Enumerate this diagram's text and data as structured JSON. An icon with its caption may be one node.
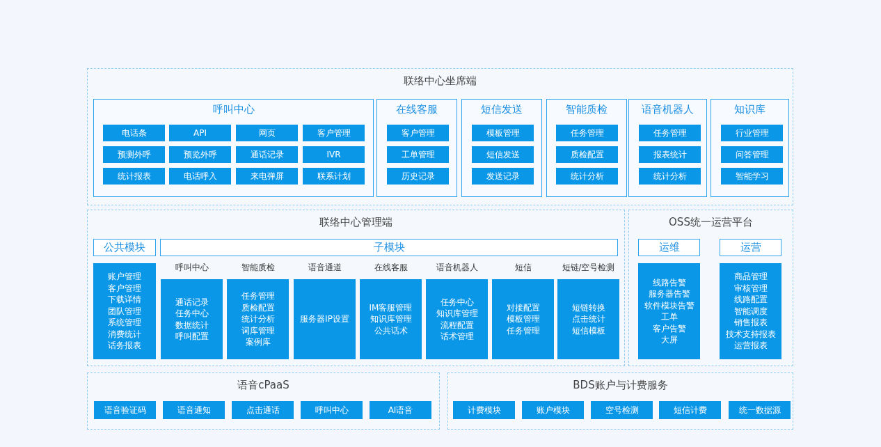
{
  "diagram": {
    "nodes": [
      {
        "text": [
          "联络中心坐席端"
        ]
      },
      {
        "text": [
          "呼叫中心"
        ],
        "in": 0
      },
      {
        "text": [
          "电话条"
        ],
        "in": 1
      },
      {
        "text": [
          "API"
        ],
        "in": 1
      },
      {
        "text": [
          "网页"
        ],
        "in": 1
      },
      {
        "text": [
          "客户管理"
        ],
        "in": 1
      },
      {
        "text": [
          "预测外呼"
        ],
        "in": 1
      },
      {
        "text": [
          "预览外呼"
        ],
        "in": 1
      },
      {
        "text": [
          "通话记录"
        ],
        "in": 1
      },
      {
        "text": [
          "IVR"
        ],
        "in": 1
      },
      {
        "text": [
          "统计报表"
        ],
        "in": 1
      },
      {
        "text": [
          "电话呼入"
        ],
        "in": 1
      },
      {
        "text": [
          "来电弹屏"
        ],
        "in": 1
      },
      {
        "text": [
          "联系计划"
        ],
        "in": 1
      },
      {
        "text": [
          "在线客服"
        ],
        "in": 0
      },
      {
        "text": [
          "客户管理"
        ],
        "in": 14
      },
      {
        "text": [
          "工单管理"
        ],
        "in": 14
      },
      {
        "text": [
          "历史记录"
        ],
        "in": 14
      },
      {
        "text": [
          "短信发送"
        ],
        "in": 0
      },
      {
        "text": [
          "模板管理"
        ],
        "in": 18
      },
      {
        "text": [
          "短信发送"
        ],
        "in": 18
      },
      {
        "text": [
          "发送记录"
        ],
        "in": 18
      },
      {
        "text": [
          "智能质检"
        ],
        "in": 0
      },
      {
        "text": [
          "任务管理"
        ],
        "in": 22
      },
      {
        "text": [
          "质检配置"
        ],
        "in": 22
      },
      {
        "text": [
          "统计分析"
        ],
        "in": 22
      },
      {
        "text": [
          "语音机器人"
        ],
        "in": 0
      },
      {
        "text": [
          "任务管理"
        ],
        "in": 26
      },
      {
        "text": [
          "报表统计"
        ],
        "in": 26
      },
      {
        "text": [
          "统计分析"
        ],
        "in": 26
      },
      {
        "text": [
          "知识库"
        ],
        "in": 0
      },
      {
        "text": [
          "行业管理"
        ],
        "in": 30
      },
      {
        "text": [
          "问答管理"
        ],
        "in": 30
      },
      {
        "text": [
          "智能学习"
        ],
        "in": 30
      },
      {
        "text": [
          "联络中心管理端"
        ]
      },
      {
        "text": [
          "公共模块"
        ],
        "in": 34
      },
      {
        "text": [
          "子模块"
        ],
        "in": 34
      },
      {
        "text": [
          "账户管理",
          "客户管理",
          "下载详情",
          "团队管理",
          "系统管理",
          "消费统计",
          "话务报表"
        ],
        "in": 34
      },
      {
        "text": [
          "呼叫中心",
          "通话记录",
          "任务中心",
          "数据统计",
          "呼叫配置"
        ],
        "in": 34
      },
      {
        "text": [
          "智能质检",
          "任务管理",
          "质检配置",
          "统计分析",
          "词库管理",
          "案例库"
        ],
        "in": 34
      },
      {
        "text": [
          "语音通道",
          "服务器IP设置"
        ],
        "in": 34
      },
      {
        "text": [
          "在线客服",
          "IM客服管理",
          "知识库管理",
          "公共话术"
        ],
        "in": 34
      },
      {
        "text": [
          "语音机器人",
          "任务中心",
          "知识库管理",
          "流程配置",
          "话术管理"
        ],
        "in": 34
      },
      {
        "text": [
          "短信",
          "对接配置",
          "模板管理",
          "任务管理"
        ],
        "in": 34
      },
      {
        "text": [
          "短链/空号检测",
          "短链转换",
          "点击统计",
          "短信模板"
        ],
        "in": 34
      },
      {
        "text": [
          "OSS统一运营平台"
        ]
      },
      {
        "text": [
          "运维"
        ],
        "in": 45
      },
      {
        "text": [
          "运营"
        ],
        "in": 45
      },
      {
        "text": [
          "线路告警",
          "服务器告警",
          "软件模块告警",
          "工单",
          "客户告警",
          "大屏"
        ],
        "in": 45
      },
      {
        "text": [
          "商品管理",
          "审核管理",
          "线路配置",
          "智能调度",
          "销售报表",
          "技术支持报表",
          "运营报表"
        ],
        "in": 45
      },
      {
        "text": [
          "语音cPaaS"
        ]
      },
      {
        "text": [
          "语音验证码"
        ],
        "in": 50
      },
      {
        "text": [
          "语音通知"
        ],
        "in": 50
      },
      {
        "text": [
          "点击通话"
        ],
        "in": 50
      },
      {
        "text": [
          "呼叫中心"
        ],
        "in": 50
      },
      {
        "text": [
          "AI语音"
        ],
        "in": 50
      },
      {
        "text": [
          "BDS账户与计费服务"
        ]
      },
      {
        "text": [
          "计费模块"
        ],
        "in": 56
      },
      {
        "text": [
          "账户模块"
        ],
        "in": 56
      },
      {
        "text": [
          "空号检测"
        ],
        "in": 56
      },
      {
        "text": [
          "短信计费"
        ],
        "in": 56
      },
      {
        "text": [
          "统一数据源"
        ],
        "in": 56
      }
    ]
  }
}
